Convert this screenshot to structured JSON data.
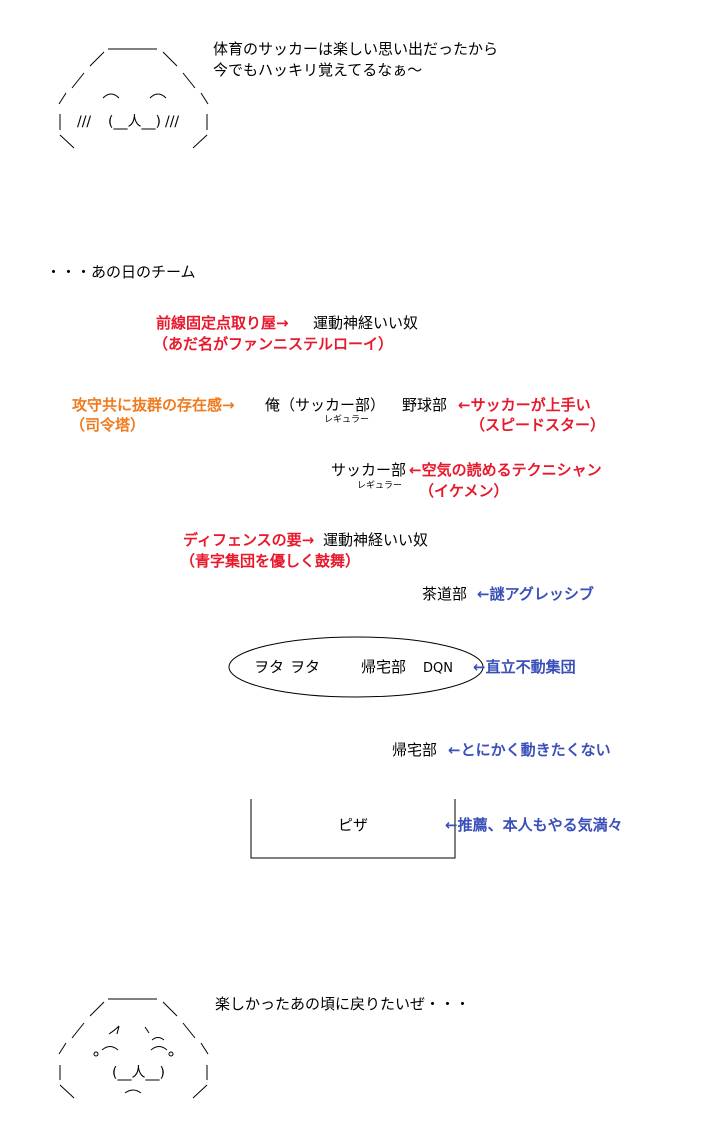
{
  "top": {
    "line1": "体育のサッカーは楽しい思い出だったから",
    "line2": "今でもハッキリ覚えてるなぁ～",
    "face_mouth": "(__人__)",
    "blush_left": "///",
    "blush_right": "///"
  },
  "intro": "・・・あの日のチーム",
  "rows": {
    "forward": {
      "label": "前線固定点取り屋→",
      "player": "運動神経いい奴",
      "note": "（あだ名がファンニステルローイ）"
    },
    "attack_defense": {
      "label": "攻守共に抜群の存在感→",
      "player": "俺（サッカー部）",
      "sub": "レギュラー",
      "note": "（司令塔）"
    },
    "baseball": {
      "player": "野球部",
      "label": "←サッカーが上手い",
      "note": "（スピードスター）"
    },
    "soccer2": {
      "player": "サッカー部",
      "sub": "レギュラー",
      "label": "←空気の読めるテクニシャン",
      "note": "（イケメン）"
    },
    "defense": {
      "label": "ディフェンスの要→",
      "player": "運動神経いい奴",
      "note": "（青字集団を優しく鼓舞）"
    },
    "tea": {
      "player": "茶道部",
      "label": "←謎アグレッシブ"
    },
    "group": {
      "players": [
        "ヲタ",
        "ヲタ",
        "帰宅部",
        "DQN"
      ],
      "label": "←直立不動集団"
    },
    "home": {
      "player": "帰宅部",
      "label": "←とにかく動きたくない"
    },
    "goal": {
      "player": "ピザ",
      "label": "←推薦、本人もやる気満々"
    }
  },
  "bottom": {
    "line1": "楽しかったあの頃に戻りたいぜ・・・",
    "face_mouth": "(__人__)"
  },
  "colors": {
    "red": "#e8192c",
    "orange": "#f07a1e",
    "blue": "#3a4fb8"
  }
}
